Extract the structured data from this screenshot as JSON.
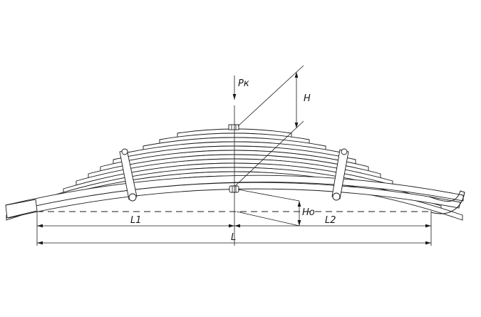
{
  "diagram": {
    "labels": {
      "load": "Pк",
      "height": "H",
      "static_height": "Hо",
      "left_length": "L1",
      "right_length": "L2",
      "total_length": "L"
    }
  }
}
